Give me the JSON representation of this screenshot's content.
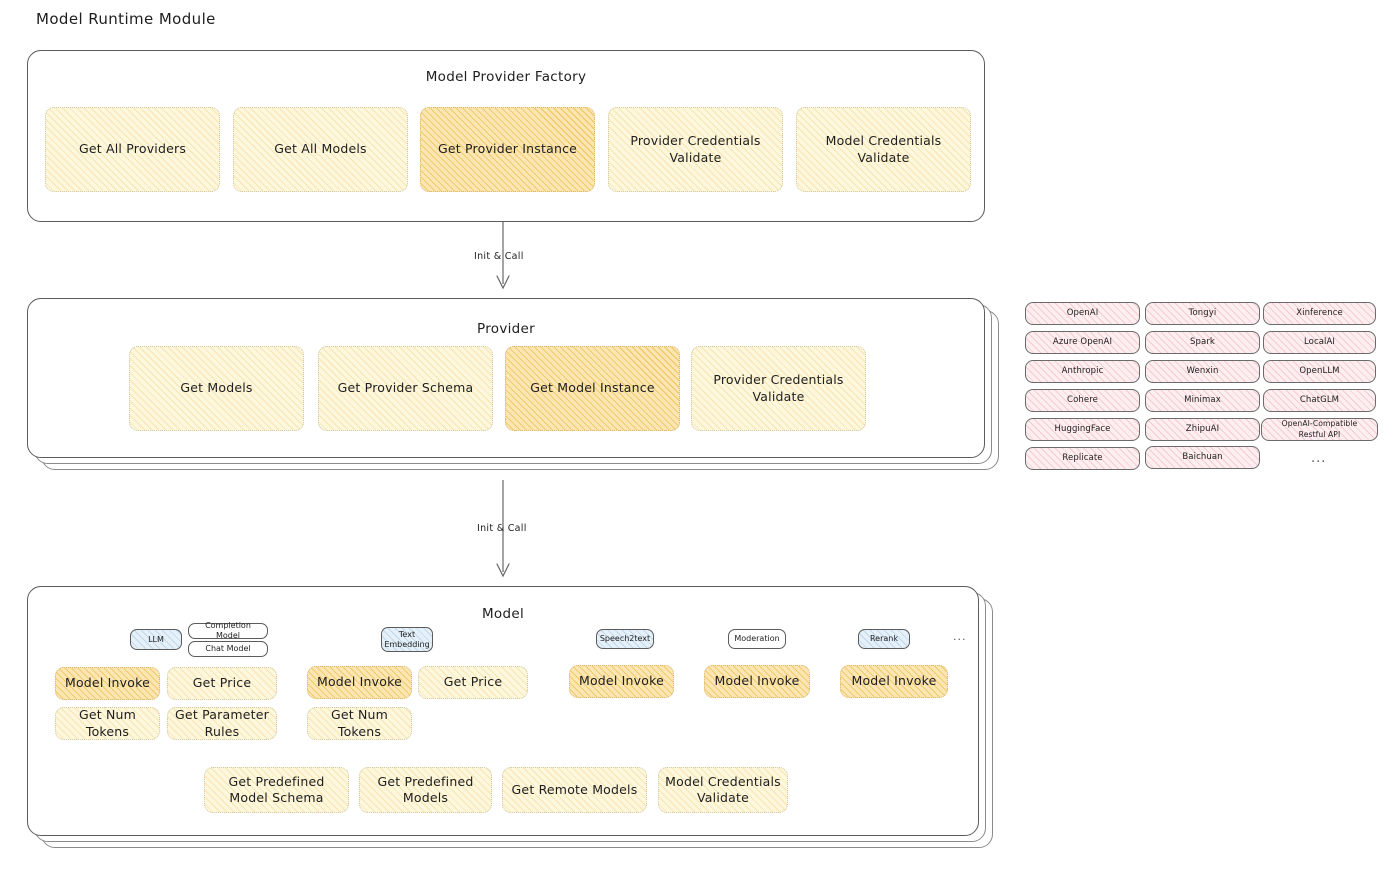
{
  "page": {
    "title": "Model Runtime Module"
  },
  "factory": {
    "title": "Model Provider Factory",
    "boxes": [
      {
        "label": "Get All Providers",
        "highlight": false
      },
      {
        "label": "Get All Models",
        "highlight": false
      },
      {
        "label": "Get Provider Instance",
        "highlight": true
      },
      {
        "label": "Provider Credentials Validate",
        "highlight": false
      },
      {
        "label": "Model Credentials Validate",
        "highlight": false
      }
    ]
  },
  "arrows": [
    {
      "label": "Init & Call"
    },
    {
      "label": "Init & Call"
    }
  ],
  "provider": {
    "title": "Provider",
    "boxes": [
      {
        "label": "Get Models",
        "highlight": false
      },
      {
        "label": "Get Provider Schema",
        "highlight": false
      },
      {
        "label": "Get Model Instance",
        "highlight": true
      },
      {
        "label": "Provider Credentials Validate",
        "highlight": false
      }
    ]
  },
  "provider_list": {
    "ellipsis": "...",
    "columns": [
      [
        "OpenAI",
        "Azure OpenAI",
        "Anthropic",
        "Cohere",
        "HuggingFace",
        "Replicate"
      ],
      [
        "Tongyi",
        "Spark",
        "Wenxin",
        "Minimax",
        "ZhipuAI",
        "Baichuan"
      ],
      [
        "Xinference",
        "LocalAI",
        "OpenLLM",
        "ChatGLM",
        "OpenAI-Compatible Restful API"
      ]
    ]
  },
  "model": {
    "title": "Model",
    "ellipsis": "...",
    "types": [
      {
        "badge": "LLM",
        "badge_style": "blue",
        "sub_badges": [
          "Completion Model",
          "Chat Model"
        ],
        "methods": [
          {
            "label": "Model Invoke",
            "highlight": true
          },
          {
            "label": "Get Price",
            "highlight": false
          },
          {
            "label": "Get Num Tokens",
            "highlight": false
          },
          {
            "label": "Get Parameter Rules",
            "highlight": false
          }
        ]
      },
      {
        "badge": "Text Embedding",
        "badge_style": "blue",
        "sub_badges": [],
        "methods": [
          {
            "label": "Model Invoke",
            "highlight": true
          },
          {
            "label": "Get Price",
            "highlight": false
          },
          {
            "label": "Get Num Tokens",
            "highlight": false
          }
        ]
      },
      {
        "badge": "Speech2text",
        "badge_style": "blue",
        "sub_badges": [],
        "methods": [
          {
            "label": "Model Invoke",
            "highlight": true
          }
        ]
      },
      {
        "badge": "Moderation",
        "badge_style": "plain",
        "sub_badges": [],
        "methods": [
          {
            "label": "Model Invoke",
            "highlight": true
          }
        ]
      },
      {
        "badge": "Rerank",
        "badge_style": "blue",
        "sub_badges": [],
        "methods": [
          {
            "label": "Model Invoke",
            "highlight": true
          }
        ]
      }
    ],
    "shared_methods": [
      {
        "label": "Get Predefined Model Schema"
      },
      {
        "label": "Get Predefined Models"
      },
      {
        "label": "Get Remote Models"
      },
      {
        "label": "Model Credentials Validate"
      }
    ]
  },
  "colors": {
    "highlight_fill": "#fbe6b4",
    "light_fill": "#fdf7de",
    "provider_pill": "#fdeef0",
    "badge_blue": "#e6f0f8",
    "stroke": "#5b5b5b"
  }
}
